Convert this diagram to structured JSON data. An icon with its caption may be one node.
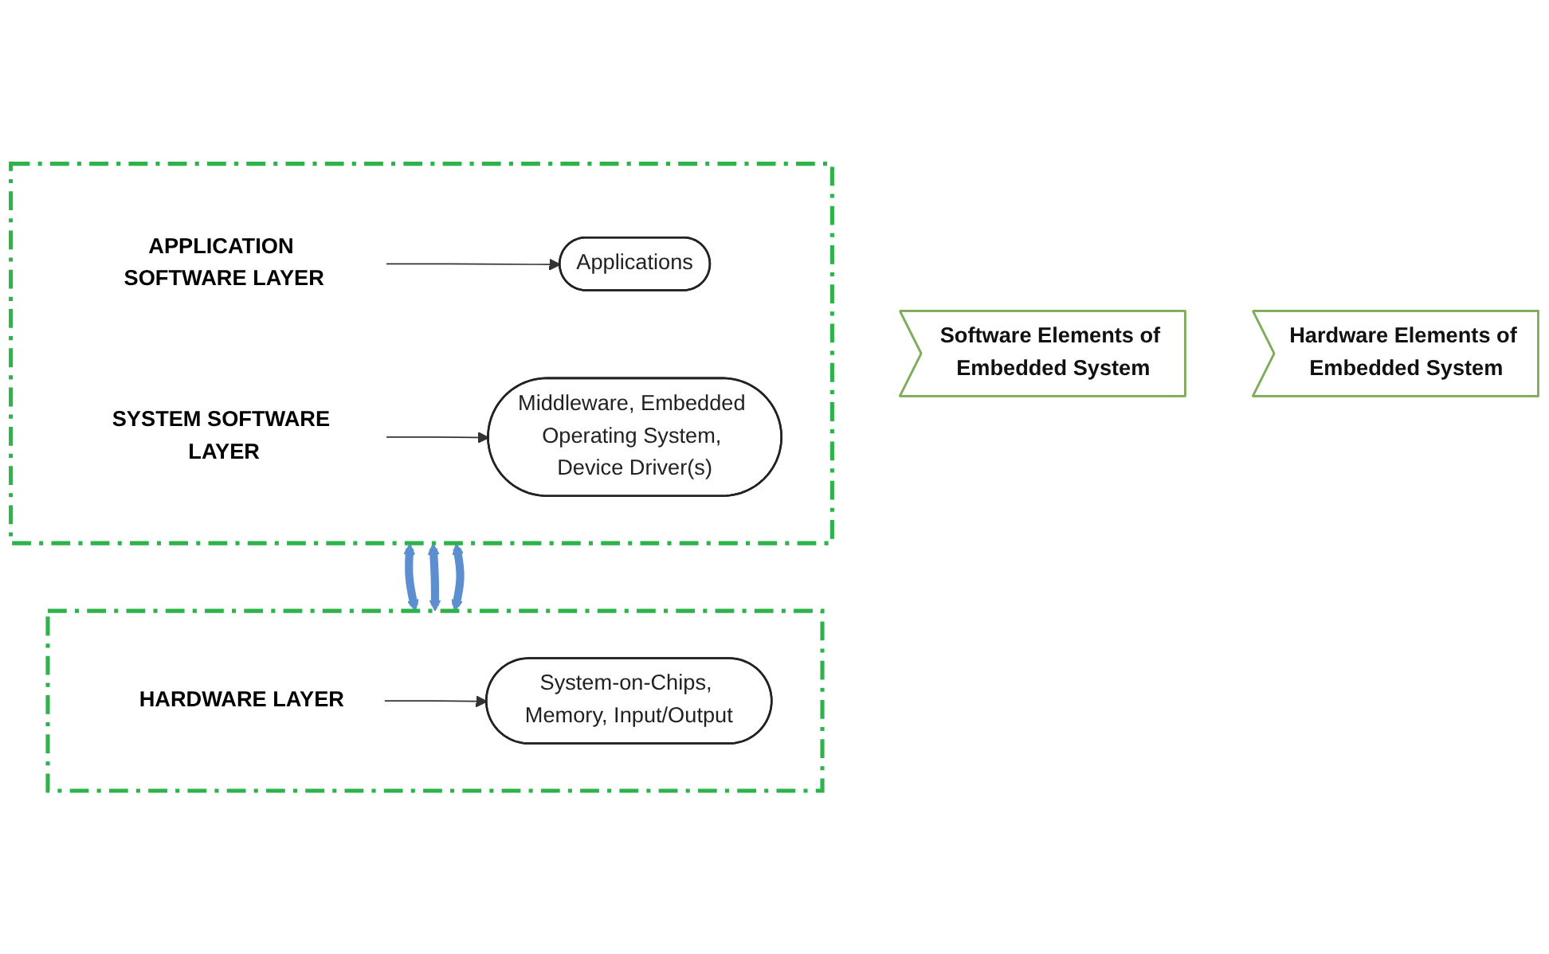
{
  "diagram": {
    "nodes": [
      {
        "text": [],
        "shape": "box"
      },
      {
        "text": [
          "APPLICATION SOFTWARE LAYER"
        ],
        "in": 0
      },
      {
        "text": [
          "Applications"
        ],
        "in": 0
      },
      {
        "text": [
          "SYSTEM SOFTWARE LAYER"
        ],
        "in": 0
      },
      {
        "text": [
          "Middleware, Embedded Operating System, Device Driver(s)"
        ],
        "in": 0
      },
      {
        "text": [
          "Software Elements of Embedded System"
        ]
      },
      {
        "text": [],
        "shape": "box"
      },
      {
        "text": [
          "HARDWARE LAYER"
        ],
        "in": 6
      },
      {
        "text": [
          "System-on-Chips, Memory, Input/Output"
        ],
        "in": 6
      },
      {
        "text": [
          "Hardware Elements of Embedded System"
        ]
      }
    ],
    "edges": [
      {
        "from": 1,
        "to": 2,
        "arrow": "to"
      },
      {
        "from": 3,
        "to": 4,
        "arrow": "to"
      },
      {
        "from": 7,
        "to": 8,
        "arrow": "to"
      },
      {
        "from": 0,
        "to": 6,
        "arrow": "both",
        "style": "thick",
        "color": "#5b8fd0"
      },
      {
        "from": 0,
        "to": 6,
        "arrow": "both",
        "style": "thick",
        "color": "#5b8fd0"
      },
      {
        "from": 0,
        "to": 6,
        "arrow": "both",
        "style": "thick",
        "color": "#5b8fd0"
      }
    ]
  }
}
